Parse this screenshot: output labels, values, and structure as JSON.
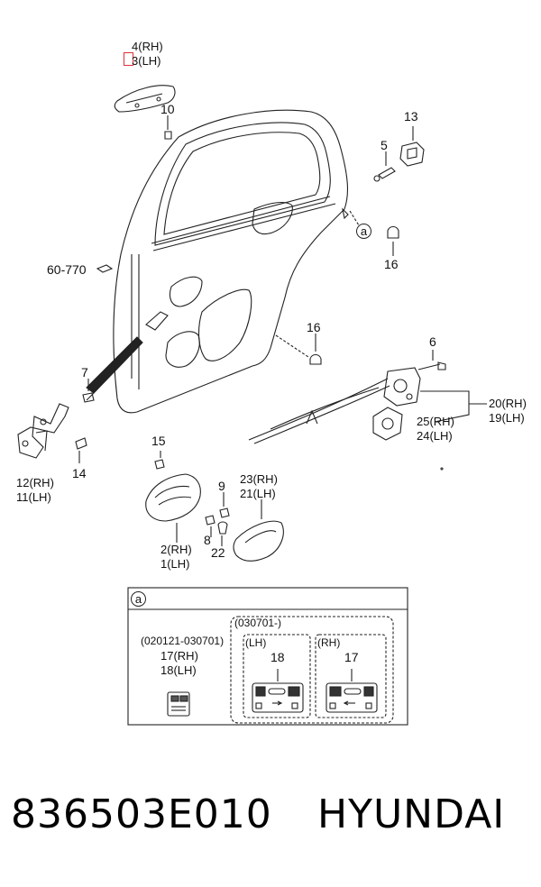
{
  "part_number": "836503E010",
  "brand": "HYUNDAI",
  "callout_letter": "a",
  "labels": {
    "p4": "4",
    "p4_side": "(RH)",
    "p3": "3",
    "p3_side": "(LH)",
    "p10": "10",
    "p13": "13",
    "p5": "5",
    "p16_top": "16",
    "p60": "60-770",
    "p16_mid": "16",
    "p6": "6",
    "p7": "7",
    "p20": "20(RH)",
    "p19": "19(LH)",
    "p25": "25(RH)",
    "p24": "24(LH)",
    "p15": "15",
    "p12": "12(RH)",
    "p11": "11(LH)",
    "p14": "14",
    "p23": "23(RH)",
    "p21": "21(LH)",
    "p9": "9",
    "p2": "2(RH)",
    "p1": "1(LH)",
    "p8": "8",
    "p22": "22"
  },
  "detail": {
    "range_old": "(020121-030701)",
    "p17_rh": "17(RH)",
    "p18_lh": "18(LH)",
    "range_new": "(030701-)",
    "lh_label": "(LH)",
    "rh_label": "(RH)",
    "lh_part": "18",
    "rh_part": "17"
  }
}
